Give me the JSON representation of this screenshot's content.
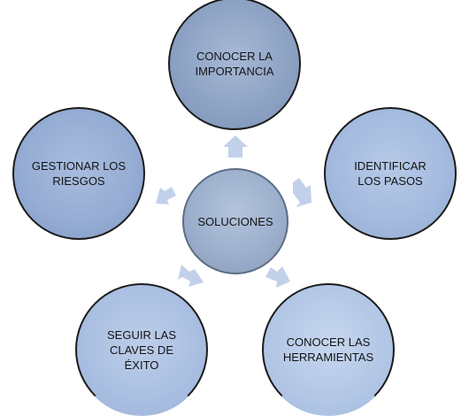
{
  "center": {
    "label": "SOLUCIONES"
  },
  "nodes": {
    "top": {
      "label": "CONOCER LA\nIMPORTANCIA"
    },
    "right": {
      "label": "IDENTIFICAR\nLOS PASOS"
    },
    "bottom_right": {
      "label": "CONOCER LAS\nHERRAMIENTAS"
    },
    "bottom_left": {
      "label": "SEGUIR LAS\nCLAVES DE\nÉXITO"
    },
    "left": {
      "label": "GESTIONAR LOS\nRIESGOS"
    }
  },
  "colors": {
    "arrow": "#c2d1ea",
    "outline": "#1c1c1c"
  }
}
